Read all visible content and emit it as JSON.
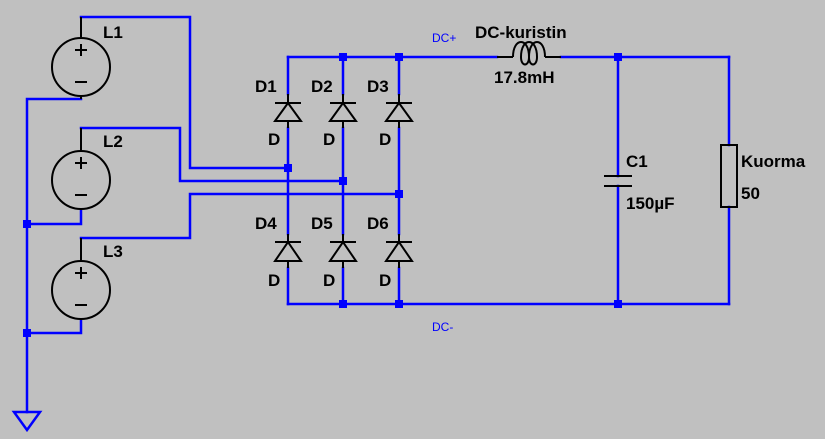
{
  "sources": [
    {
      "name": "L1"
    },
    {
      "name": "L2"
    },
    {
      "name": "L3"
    }
  ],
  "diodes": [
    {
      "name": "D1",
      "value": "D"
    },
    {
      "name": "D2",
      "value": "D"
    },
    {
      "name": "D3",
      "value": "D"
    },
    {
      "name": "D4",
      "value": "D"
    },
    {
      "name": "D5",
      "value": "D"
    },
    {
      "name": "D6",
      "value": "D"
    }
  ],
  "inductor": {
    "name": "DC-kuristin",
    "value": "17.8mH"
  },
  "capacitor": {
    "name": "C1",
    "value": "150µF"
  },
  "resistor": {
    "name": "Kuorma",
    "value": "50"
  },
  "nets": {
    "positive": "DC+",
    "negative": "DC-"
  },
  "colors": {
    "wire": "#0000ff",
    "component": "#000000",
    "background": "#c0c0c0"
  }
}
